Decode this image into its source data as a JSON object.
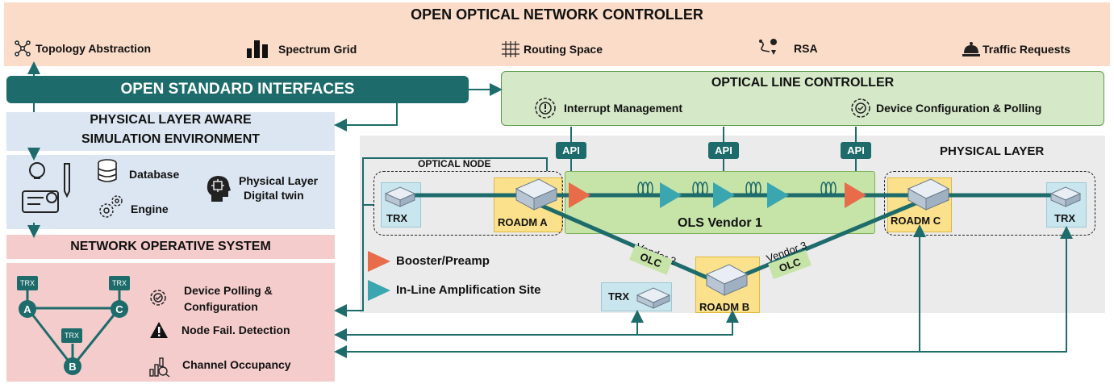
{
  "controller": {
    "title": "OPEN OPTICAL NETWORK CONTROLLER",
    "features": [
      "Topology Abstraction",
      "Spectrum Grid",
      "Routing Space",
      "RSA",
      "Traffic Requests"
    ]
  },
  "interfaces": {
    "title": "OPEN STANDARD INTERFACES"
  },
  "olc": {
    "title": "OPTICAL LINE CONTROLLER",
    "interrupt": "Interrupt Management",
    "device_config": "Device Configuration & Polling",
    "api": "API"
  },
  "simulation": {
    "title_line1": "PHYSICAL LAYER AWARE",
    "title_line2": "SIMULATION ENVIRONMENT",
    "database": "Database",
    "engine": "Engine",
    "twin_line1": "Physical Layer",
    "twin_line2": "Digital twin"
  },
  "nos": {
    "title": "NETWORK OPERATIVE SYSTEM",
    "polling_line1": "Device Polling &",
    "polling_line2": "Configuration",
    "fail": "Node Fail. Detection",
    "occupancy": "Channel Occupancy",
    "nodes": {
      "a": "A",
      "b": "B",
      "c": "C"
    },
    "trx": "TRX"
  },
  "physical": {
    "title": "PHYSICAL LAYER",
    "optical_node": "OPTICAL NODE",
    "ols_vendor": "OLS Vendor 1",
    "roadm_a": "ROADM A",
    "roadm_b": "ROADM B",
    "roadm_c": "ROADM C",
    "trx": "TRX",
    "vendor2": "Vendor 2",
    "vendor3": "Vendor 3",
    "olc": "OLC",
    "booster": "Booster/Preamp",
    "inline": "In-Line Amplification Site"
  },
  "colors": {
    "banner": "#f9d9c5",
    "teal": "#1d6b6b",
    "olc_green": "#d5e8c8",
    "sim_blue": "#dce6f2",
    "nos_pink": "#f5cccc",
    "roadm_yellow": "#fbe18b",
    "booster": "#e86c4a",
    "inline": "#3aa6b0"
  }
}
